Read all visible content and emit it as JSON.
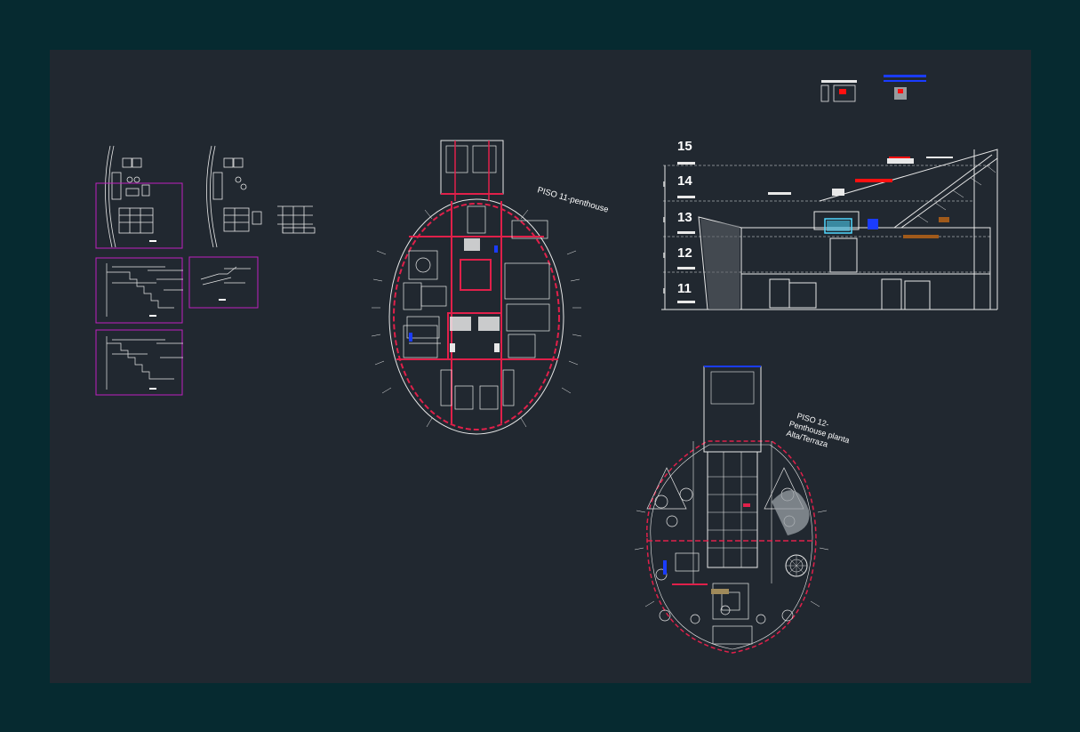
{
  "labels": {
    "plan_11": "PISO 11-penthouse",
    "plan_12_line1": "PISO 12-",
    "plan_12_line2": "Penthouse planta",
    "plan_12_line3": "Alta/Terraza"
  },
  "section": {
    "floors": [
      "15",
      "14",
      "13",
      "12",
      "11"
    ]
  },
  "colors": {
    "outer_background": "#062a30",
    "drawing_background": "#212830",
    "linework": "#e8e8e8",
    "walls_red": "#e0204a",
    "detail_frames": "#c020c0",
    "accent_blue": "#1a3cff",
    "accent_cyan": "#50d8ff",
    "accent_red": "#ff1010"
  }
}
